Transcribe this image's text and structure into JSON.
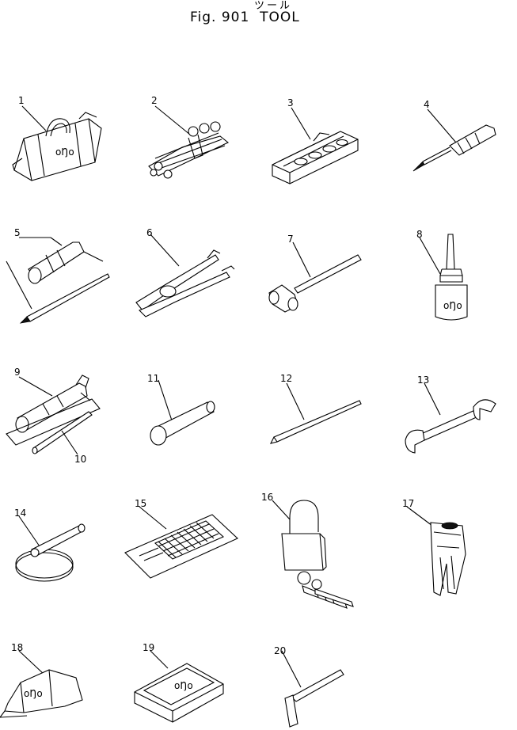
{
  "header": {
    "subtitle_jp": "ツール",
    "figure_title": "Fig. 901  TOOL"
  },
  "callouts": [
    "1",
    "2",
    "3",
    "4",
    "5",
    "6",
    "7",
    "8",
    "9",
    "10",
    "11",
    "12",
    "13",
    "14",
    "15",
    "16",
    "17",
    "18",
    "19",
    "20"
  ]
}
